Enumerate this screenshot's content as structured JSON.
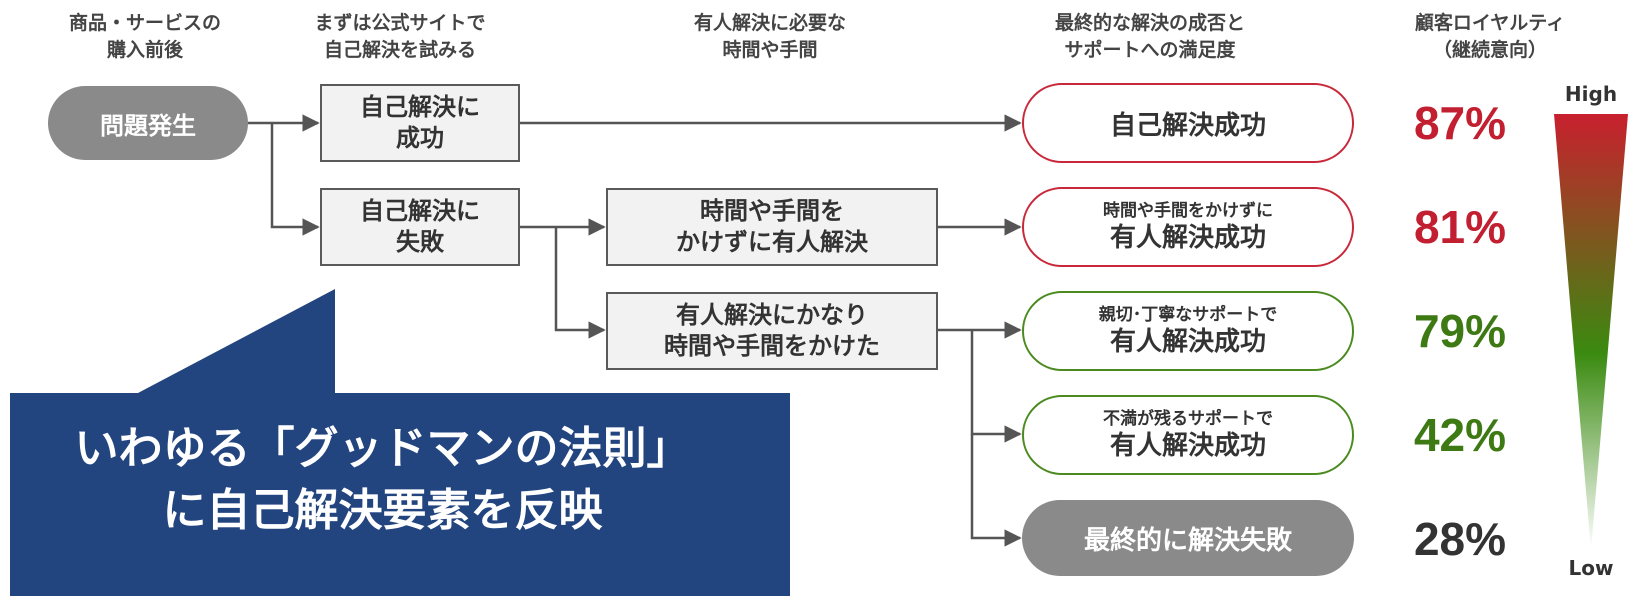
{
  "headers": [
    {
      "line1": "商品・サービスの",
      "line2": "購入前後"
    },
    {
      "line1": "まずは公式サイトで",
      "line2": "自己解決を試みる"
    },
    {
      "line1": "有人解決に必要な",
      "line2": "時間や手間"
    },
    {
      "line1": "最終的な解決の成否と",
      "line2": "サポートへの満足度"
    },
    {
      "line1": "顧客ロイヤルティ",
      "line2": "（継続意向）"
    }
  ],
  "start": {
    "label": "問題発生"
  },
  "self_resolution": [
    {
      "line1": "自己解決に",
      "line2": "成功"
    },
    {
      "line1": "自己解決に",
      "line2": "失敗"
    }
  ],
  "effort": [
    {
      "line1": "時間や手間を",
      "line2": "かけずに有人解決"
    },
    {
      "line1": "有人解決にかなり",
      "line2": "時間や手間をかけた"
    }
  ],
  "outcomes": [
    {
      "sub": "",
      "main": "自己解決成功",
      "style": "red"
    },
    {
      "sub": "時間や手間をかけずに",
      "main": "有人解決成功",
      "style": "red"
    },
    {
      "sub": "親切･丁寧なサポートで",
      "main": "有人解決成功",
      "style": "green"
    },
    {
      "sub": "不満が残るサポートで",
      "main": "有人解決成功",
      "style": "green"
    },
    {
      "sub": "",
      "main": "最終的に解決失敗",
      "style": "gray"
    }
  ],
  "loyalty": [
    {
      "value": "87%",
      "color": "#c21f30"
    },
    {
      "value": "81%",
      "color": "#c21f30"
    },
    {
      "value": "79%",
      "color": "#3d7a14"
    },
    {
      "value": "42%",
      "color": "#3d7a14"
    },
    {
      "value": "28%",
      "color": "#333333"
    }
  ],
  "scale": {
    "high": "High",
    "low": "Low",
    "top_color": "#c8202e",
    "mid_color": "#3a8a10",
    "bottom_color": "#ffffff"
  },
  "callout": {
    "line1": "いわゆる「グッドマンの法則」",
    "line2": "に自己解決要素を反映",
    "color": "#22447f"
  }
}
